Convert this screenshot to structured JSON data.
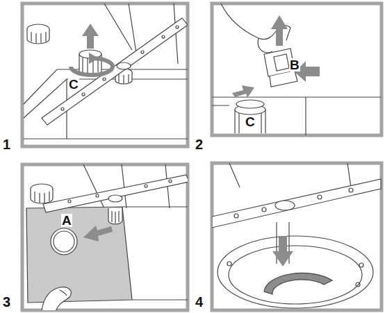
{
  "diagram": {
    "labels": [
      "C",
      "B",
      "C",
      "1",
      "2",
      "A",
      "3",
      "4"
    ]
  }
}
